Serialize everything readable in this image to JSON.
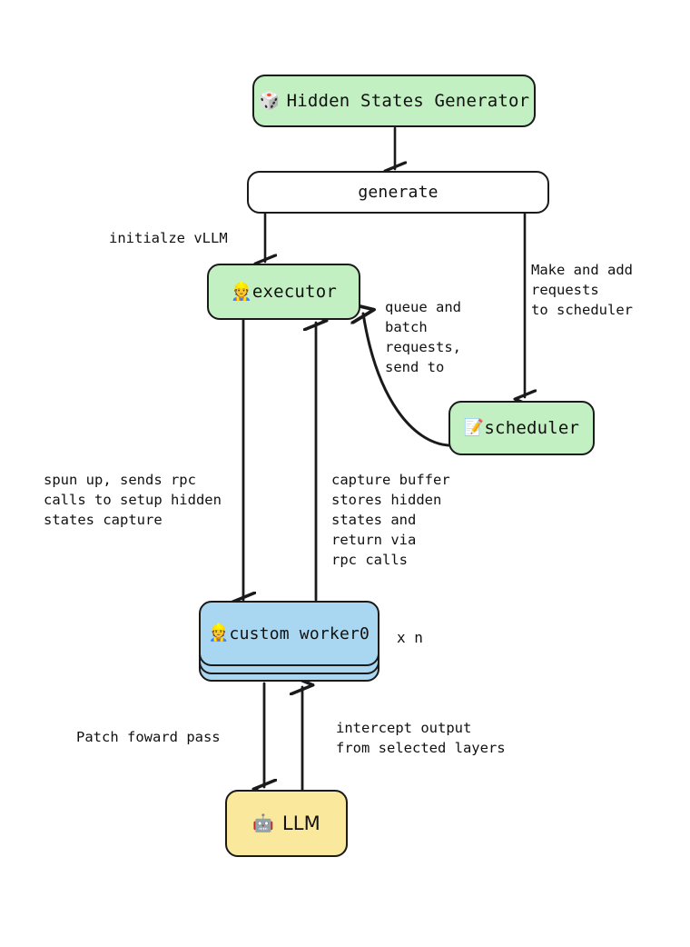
{
  "diagram": {
    "title": "vLLM hidden states capture architecture flow",
    "background": "#ffffff",
    "stroke": "#1a1a1a",
    "colors": {
      "green": "#c3f0c3",
      "blue": "#a9d7f2",
      "yellow": "#fae89c",
      "white": "#ffffff",
      "text": "#111111"
    }
  },
  "nodes": {
    "hidden_states_generator": {
      "label": "Hidden States Generator",
      "icon": "dice-icon",
      "icon_glyph": "🎲",
      "color": "#c3f0c3"
    },
    "generate": {
      "label": "generate",
      "icon": "",
      "icon_glyph": "",
      "color": "#ffffff"
    },
    "executor": {
      "label": "executor",
      "icon": "worker-person-icon",
      "icon_glyph": "👷",
      "color": "#c3f0c3"
    },
    "scheduler": {
      "label": "scheduler",
      "icon": "notepad-icon",
      "icon_glyph": "📝",
      "color": "#c3f0c3"
    },
    "custom_worker": {
      "label": "custom worker0",
      "icon": "construction-worker-icon",
      "icon_glyph": "👷",
      "color": "#a9d7f2",
      "multiplier": "x n",
      "stacked": true
    },
    "llm": {
      "label": "LLM",
      "icon": "robot-icon",
      "icon_glyph": "🤖",
      "color": "#fae89c"
    }
  },
  "edge_labels": {
    "initialize_vllm": "initialze vLLM",
    "make_and_add_requests": "Make and add\nrequests\nto scheduler",
    "queue_and_batch": "queue and\nbatch\nrequests,\nsend to",
    "spun_up_rpc": "spun up, sends rpc\ncalls to setup hidden\nstates capture",
    "capture_buffer": "capture buffer\nstores hidden\nstates and\nreturn via\nrpc calls",
    "patch_forward_pass": "Patch foward pass",
    "intercept_output": "intercept output\nfrom selected layers"
  }
}
